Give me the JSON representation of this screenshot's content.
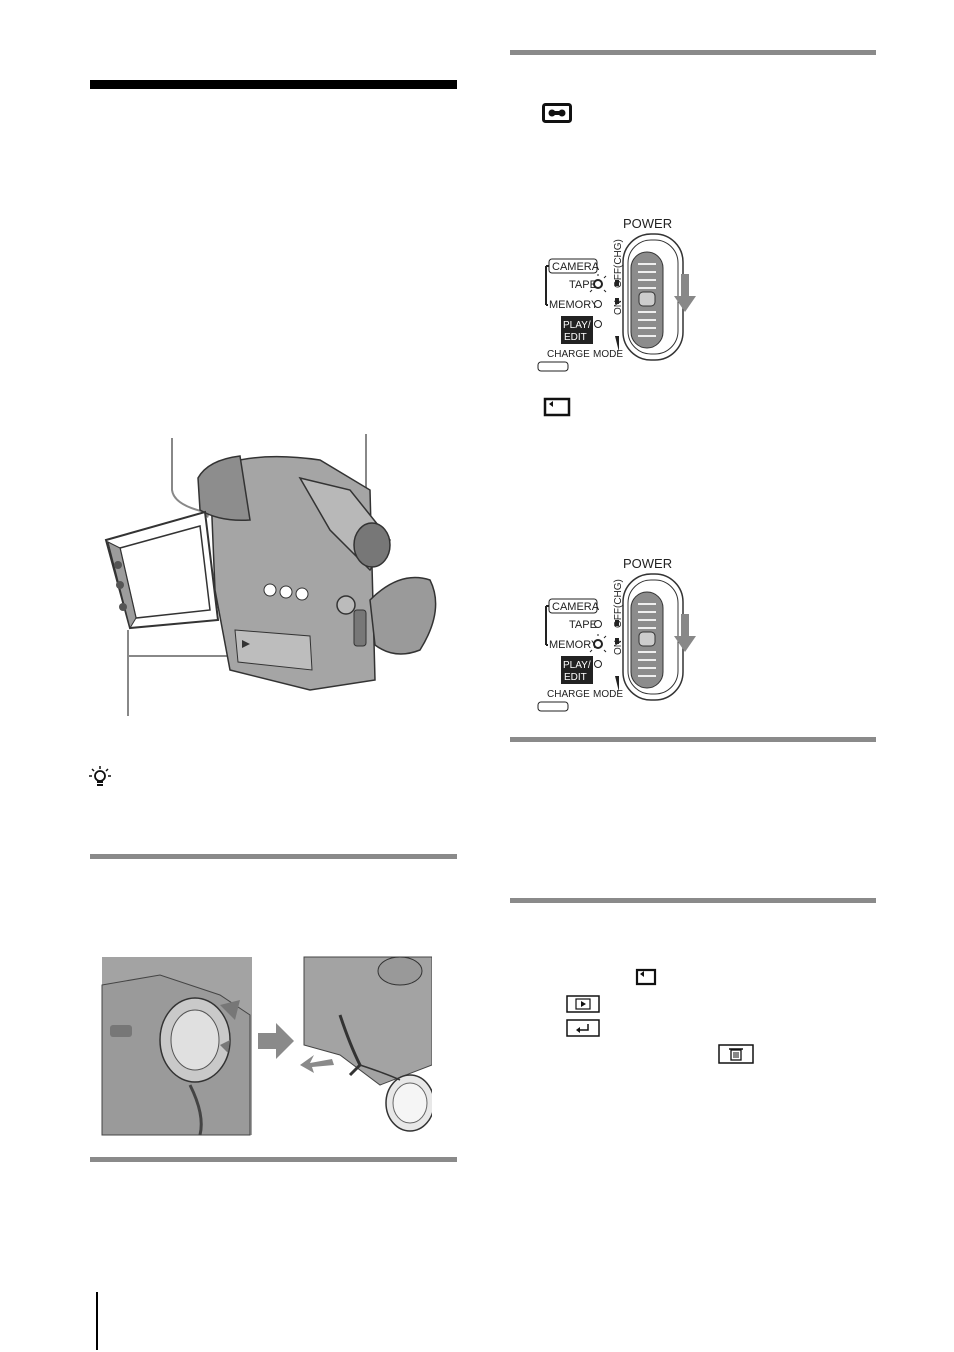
{
  "power_diagram_top": {
    "power_label": "POWER",
    "camera_label": "CAMERA",
    "tape_label": "TAPE",
    "memory_label": "MEMORY",
    "play_edit_label": "PLAY/\nEDIT",
    "off_chg_label": "OFF(CHG)",
    "on_label": "ON",
    "charge_label": "CHARGE",
    "mode_label": "MODE",
    "selected": "TAPE"
  },
  "power_diagram_bottom": {
    "power_label": "POWER",
    "camera_label": "CAMERA",
    "tape_label": "TAPE",
    "memory_label": "MEMORY",
    "play_edit_label": "PLAY/\nEDIT",
    "off_chg_label": "OFF(CHG)",
    "on_label": "ON",
    "charge_label": "CHARGE",
    "mode_label": "MODE",
    "selected": "MEMORY"
  },
  "icons": {
    "tape_icon": "tape-cassette-icon",
    "memory_icon": "memory-card-icon",
    "tip_icon": "lightbulb-tip-icon",
    "play_icon": "play-mode-icon",
    "return_icon": "return-icon",
    "delete_icon": "trash-icon"
  },
  "colors": {
    "heading_rule": "#000000",
    "section_rule": "#8a8a8a",
    "illustration_grey": "#9a9a9a"
  }
}
